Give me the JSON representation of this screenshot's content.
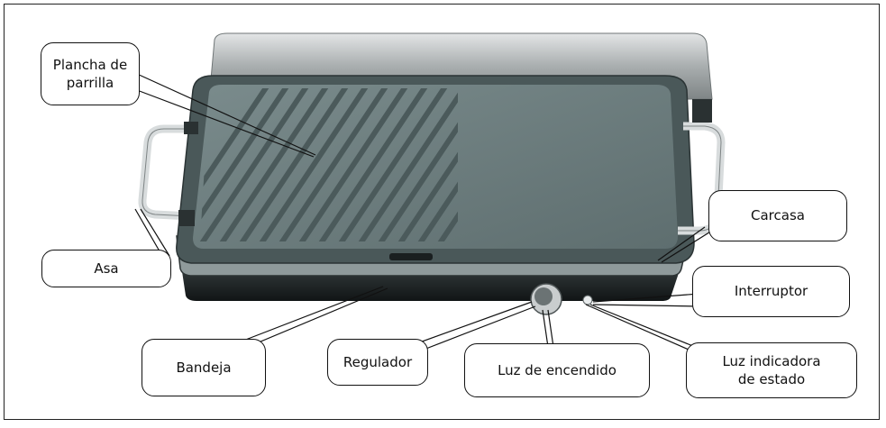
{
  "labels": {
    "plancha": "Plancha de\nparrilla",
    "asa": "Asa",
    "carcasa": "Carcasa",
    "interruptor": "Interruptor",
    "bandeja": "Bandeja",
    "regulador": "Regulador",
    "luz_encendido": "Luz de encendido",
    "luz_estado": "Luz indicadora\nde estado"
  },
  "colors": {
    "outline": "#111111",
    "plate": "#6d7e7f",
    "plate_edge": "#3d4849",
    "body_dark": "#1d2223",
    "lid": "#b4b8b9",
    "handle": "#d9dcdd"
  }
}
